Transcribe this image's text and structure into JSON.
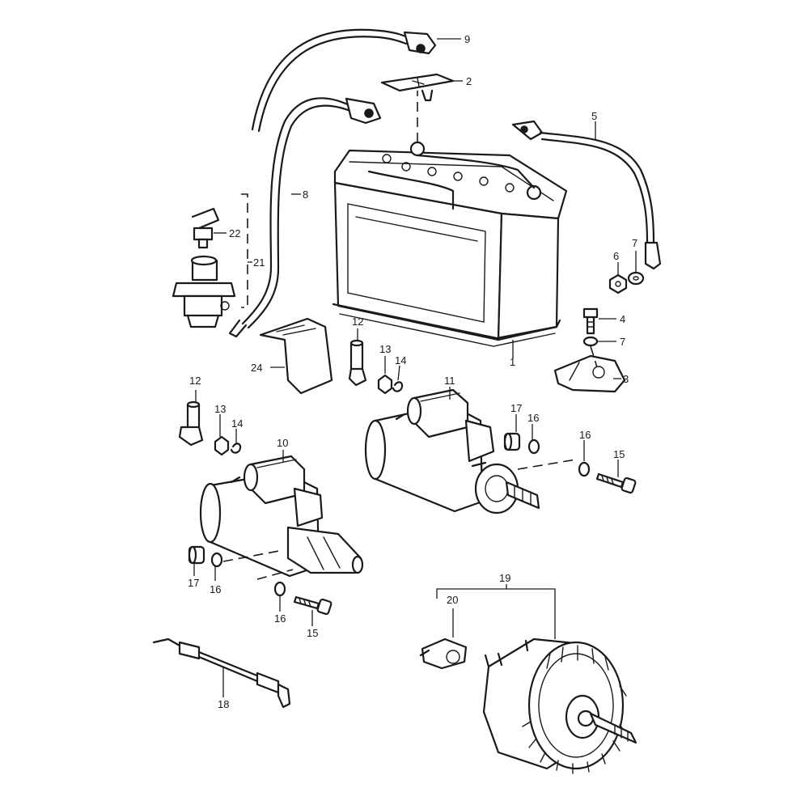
{
  "callouts": {
    "c1": "1",
    "c2": "2",
    "c3": "3",
    "c4": "4",
    "c5": "5",
    "c6": "6",
    "c7a": "7",
    "c7b": "7",
    "c8": "8",
    "c9": "9",
    "c10": "10",
    "c11": "11",
    "c12a": "12",
    "c12b": "12",
    "c13a": "13",
    "c13b": "13",
    "c14a": "14",
    "c14b": "14",
    "c15a": "15",
    "c15b": "15",
    "c16a": "16",
    "c16b": "16",
    "c16c": "16",
    "c16d": "16",
    "c17a": "17",
    "c17b": "17",
    "c18": "18",
    "c19": "19",
    "c20": "20",
    "c21": "21",
    "c22": "22",
    "c24": "24"
  }
}
